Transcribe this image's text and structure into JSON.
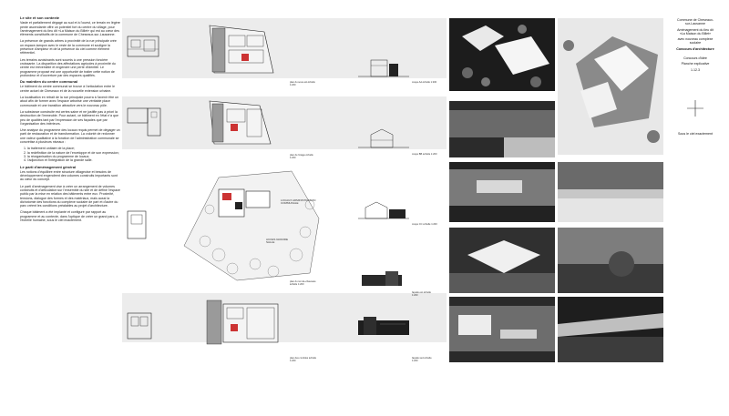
{
  "left_text": {
    "s1_title": "Le site et son contexte",
    "s1_p1": "Vaste et parfaitement dégagé au sud et à l'ouest, ce terrain en légère pente ascendante offre un potentiel fort du centre du village, pour l'aménagement du lieu dit «La Maison du Billet» qui est au cœur des éléments constitutifs de la commune de Cheseaux-sur-Lausanne.",
    "s1_p2": "La présence de grands arbres à proximité de la rue principale crée un espace-tampon avec le reste de la commune et souligne la présence d'ampleur et de la présence du ciel comme élément référentiel.",
    "s1_p3": "Les terrains avoisinants sont soumis à une pression foncière croissante. La disparition des affectations agricoles à proximité du centre est irréversible et engendre une perte d'identité. Le programme proposé est une opportunité de traiter cette notion de profondeur et d'ouverture par des espaces qualifiés.",
    "s2_title": "Du maintien du centre communal",
    "s2_p1": "Le bâtiment du centre communal se trouve à l'articulation entre le centre actuel de Cheseaux et de la nouvelle extension urbaine.",
    "s2_p2": "La localisation en retrait de la rue principale pourra à l'avenir être un atout afin de former avec l'espace arborisé une véritable place communale et une transition attractive vers le nouveau pôle.",
    "s2_p3": "La substance construite est certes saine et ne justifie pas à priori la destruction de l'immeuble. Pour autant, ce bâtiment en l'état n'a que peu de qualités tant par l'expression de ses façades que par l'organisation des intérieurs.",
    "s2_p4": "Une analyse du programme des locaux requis permet de dégager un parti de restauration et de transformation. La volonté de redonner une valeur qualitative à la fonction de l'administration communale se concrétise à plusieurs niveaux :",
    "list": [
      "la traitement unitaire de la place;",
      "la redéfinition de la nature de l'enveloppe et de son expression;",
      "la réorganisation du programme de locaux;",
      "l'adjonction et l'intégration de la grande salle."
    ],
    "s3_title": "Le parti d'aménagement général",
    "s3_p1": "Les notions d'équilibre entre structure villageoise et besoins de développement engendrent des volumes construits importants sont au cœur du concept.",
    "s3_p2": "Le parti d'aménagement vise à créer un arrangement de volumes construits et d'articulation sur l'ensemble du site et de définir l'espace public par la mise en relation des bâtiments entre eux. Proximité, tensions, dialogue des formes et des matériaux, mais aussi la dichotomie des fonctions du complexe scolaire de part et d'autre du parc créent les conditions préalables au projet d'architecture.",
    "s3_p3": "Chaque bâtiment a été implanté et configuré par rapport au programme et au contexte, dans l'optique de créer un grand parc, à l'échelle humaine, sous le ciel exactement."
  },
  "title_block": {
    "l1": "Commune de Cheseaux-sur-Lausanne",
    "l2": "Aménagement du lieu dit «La Maison du Billet»",
    "l3": "avec nouveau complexe scolaire",
    "l4": "Concours d'architecture",
    "l5": "Concours d'idée",
    "l6": "Planche explicative",
    "l7": "1.12.3",
    "motto": "Sous le ciel exactement"
  },
  "plan_labels": {
    "admin": "LOCAUX ADMINISTRATION COMMUNALE",
    "salle": "ACCES GRANDE SALLE"
  },
  "captions": {
    "c1": "plan du sous-sol échelle 1:200",
    "c2": "plan de l'étage échelle 1:200",
    "c3": "plan du rez-de-chaussée échelle 1:200",
    "c4": "plan des combles échelle 1:200",
    "s1": "coupe AA échelle 1:200",
    "s2": "coupe BB échelle 1:200",
    "s3": "coupe CC échelle 1:200",
    "s4": "façade est échelle 1:200",
    "s5": "façade sud échelle 1:200"
  }
}
